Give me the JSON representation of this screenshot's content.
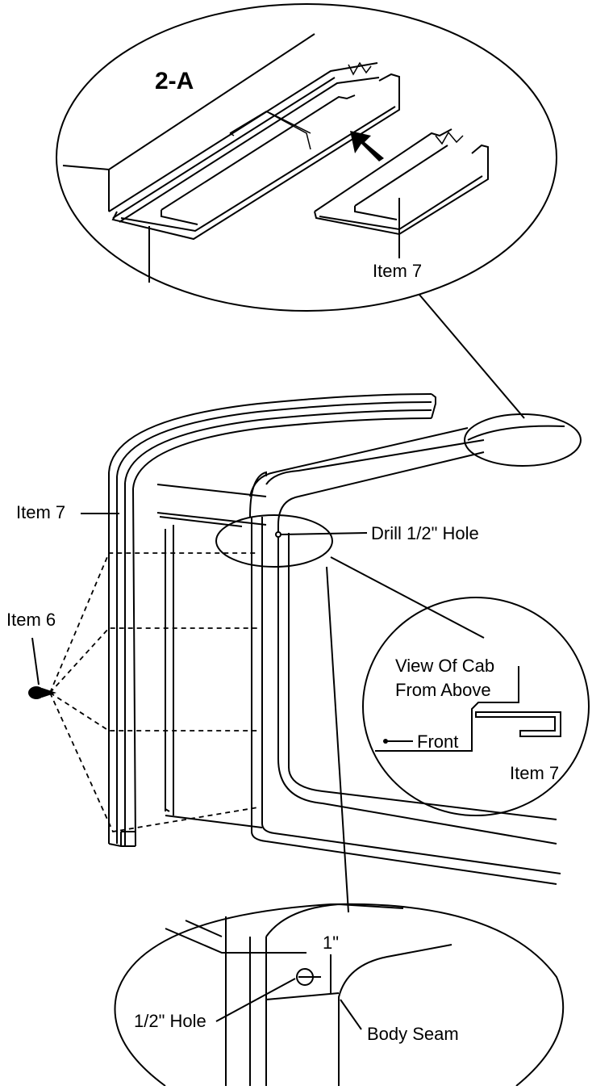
{
  "detail_top": {
    "title": "2-A",
    "item_label": "Item 7"
  },
  "main": {
    "item7_label": "Item 7",
    "item6_label": "Item 6",
    "drill_label": "Drill 1/2\" Hole"
  },
  "detail_right": {
    "view_line1": "View Of Cab",
    "view_line2": "From Above",
    "front_label": "Front",
    "item_label": "Item 7"
  },
  "detail_bottom": {
    "dimension_label": "1\"",
    "hole_label": "1/2\" Hole",
    "seam_label": "Body Seam"
  }
}
